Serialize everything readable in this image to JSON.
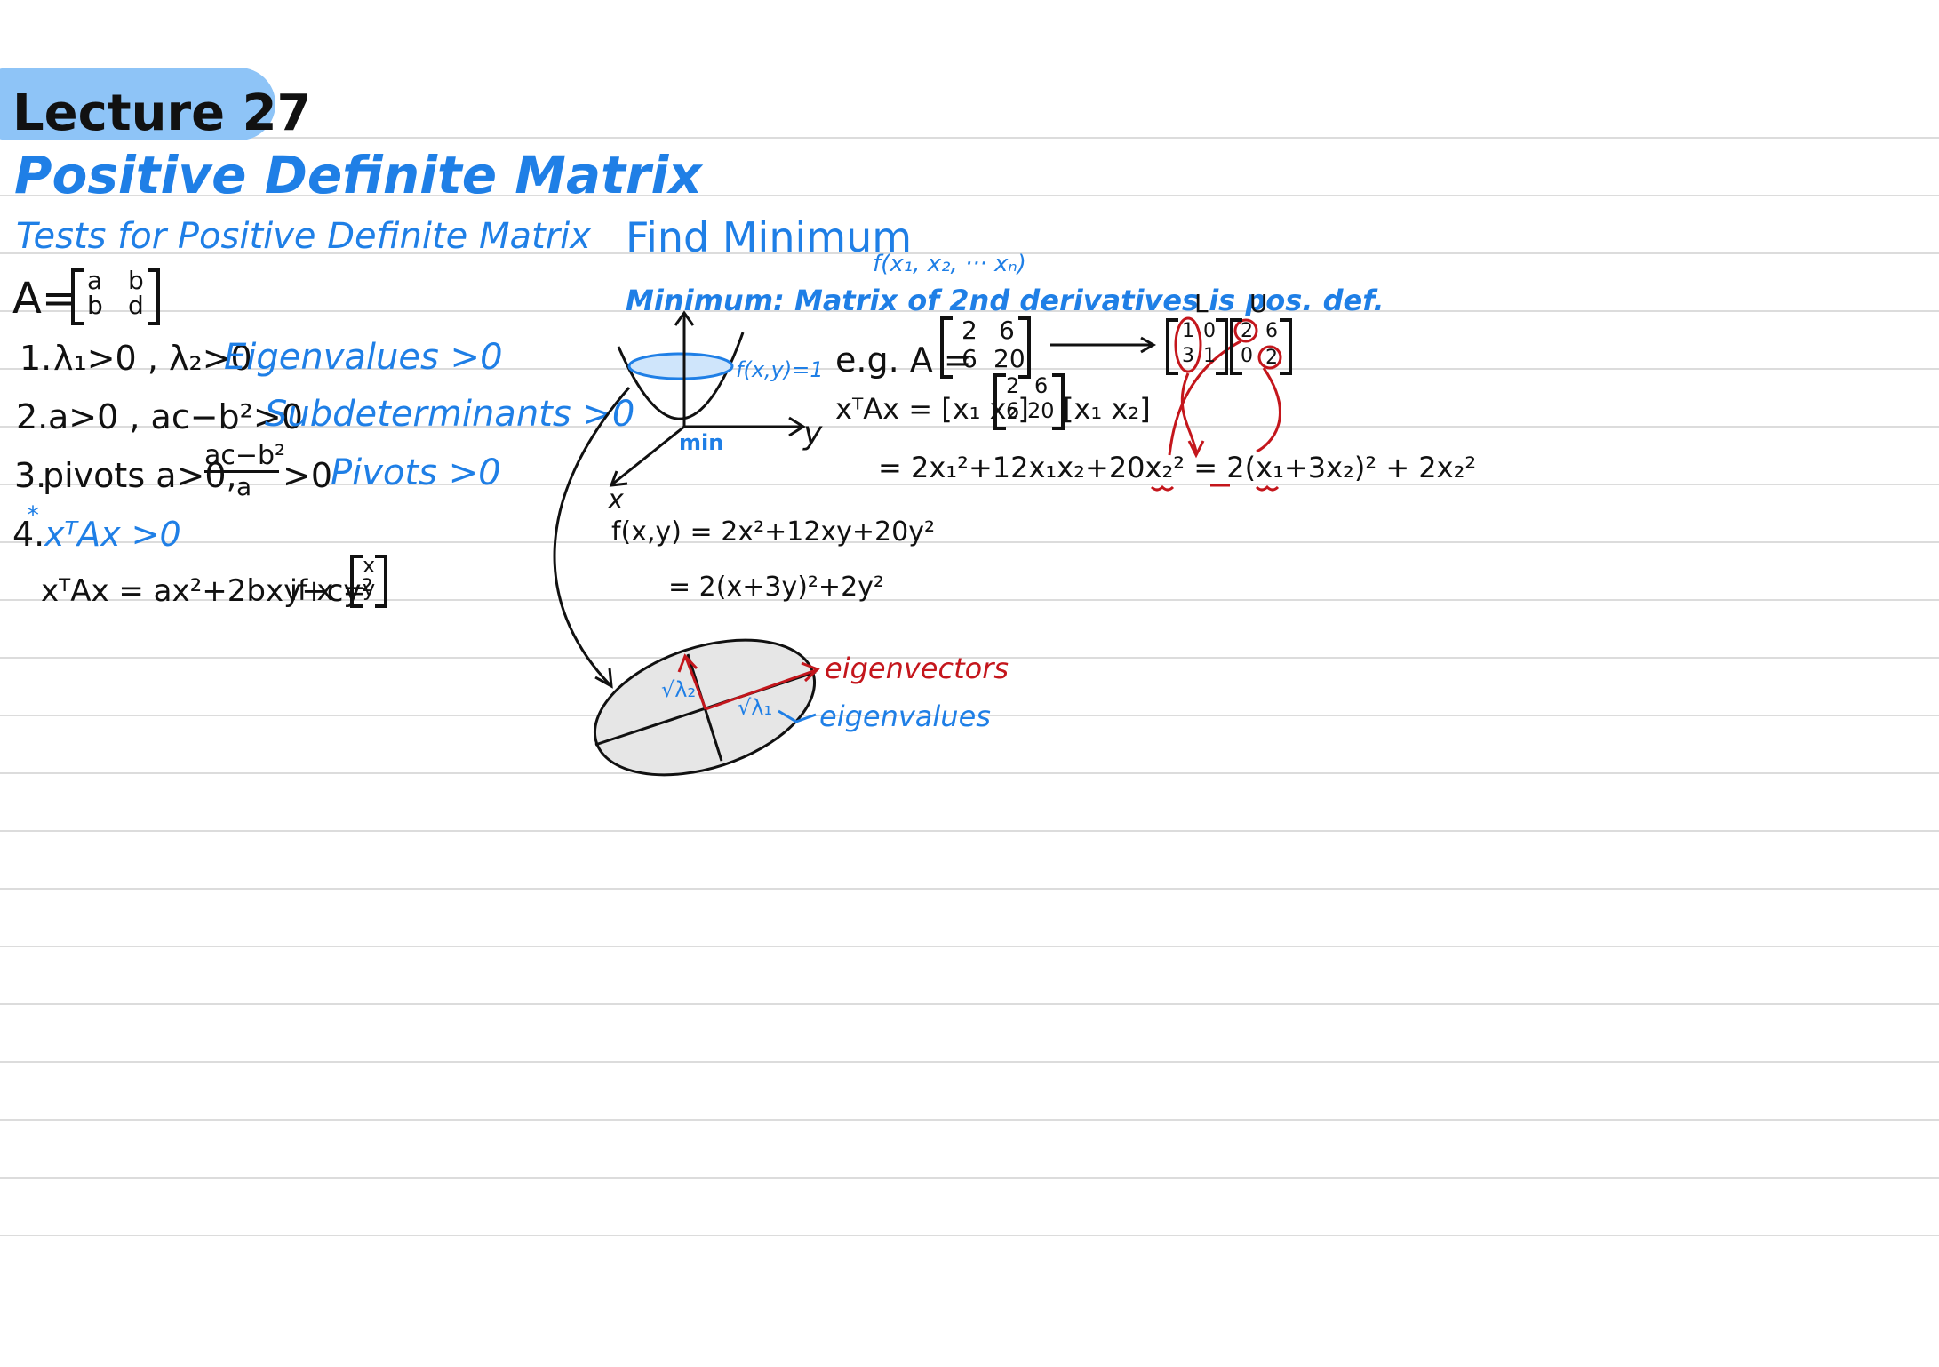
{
  "header": {
    "lecture": "Lecture 27",
    "title": "Positive Definite Matrix"
  },
  "left": {
    "section": "Tests for Positive Definite Matrix",
    "matrix_lhs": "A=",
    "matrix": [
      [
        "a",
        "b"
      ],
      [
        "b",
        "d"
      ]
    ],
    "tests": [
      {
        "num": "1.",
        "cond": "λ₁>0 , λ₂>0",
        "name": "Eigenvalues >0"
      },
      {
        "num": "2.",
        "cond": "a>0 , ac−b²>0",
        "name": "Subdeterminants >0"
      },
      {
        "num": "3.",
        "cond": "pivots a>0,",
        "frac_num": "ac−b²",
        "frac_den": "a",
        "cond_tail": ">0",
        "name": "Pivots >0"
      },
      {
        "num": "4.",
        "star": "*",
        "cond": "xᵀAx >0"
      }
    ],
    "quadratic": "xᵀAx = ax²+2bxy+cy²",
    "ifx": "if x =",
    "vec": [
      "x",
      "y"
    ]
  },
  "right": {
    "section": "Find Minimum",
    "fvars": "f(x₁, x₂, ··· xₙ)",
    "minimum_rule": "Minimum: Matrix of 2nd derivatives is pos. def.",
    "bowl_label": "f(x,y)=1",
    "min_label": "min",
    "axis_y": "y",
    "axis_x": "x",
    "fxy": "f(x,y) = 2x²+12xy+20y²",
    "fxy2": "= 2(x+3y)²+2y²",
    "eg": "e.g. A =",
    "A": [
      [
        "2",
        "6"
      ],
      [
        "6",
        "20"
      ]
    ],
    "L_label": "L",
    "U_label": "U",
    "L": [
      [
        "1",
        "0"
      ],
      [
        "3",
        "1"
      ]
    ],
    "U": [
      [
        "2",
        "6"
      ],
      [
        "0",
        "2"
      ]
    ],
    "xtax": "xᵀAx = [x₁ x₂]",
    "xvec": "[x₁ x₂]",
    "expand": "= 2x₁²+12x₁x₂+20x₂²  =  2(x₁+3x₂)² + 2x₂²",
    "sqrt1": "√λ₁",
    "sqrt2": "√λ₂",
    "eigenvectors": "eigenvectors",
    "eigenvalues": "eigenvalues"
  },
  "colors": {
    "ink": "#111111",
    "blue": "#1f7fe6",
    "red": "#c4161c",
    "pill": "#8ec4f7",
    "rule": "#dcdcdc",
    "ellipse_fill": "#e6e6e6"
  }
}
